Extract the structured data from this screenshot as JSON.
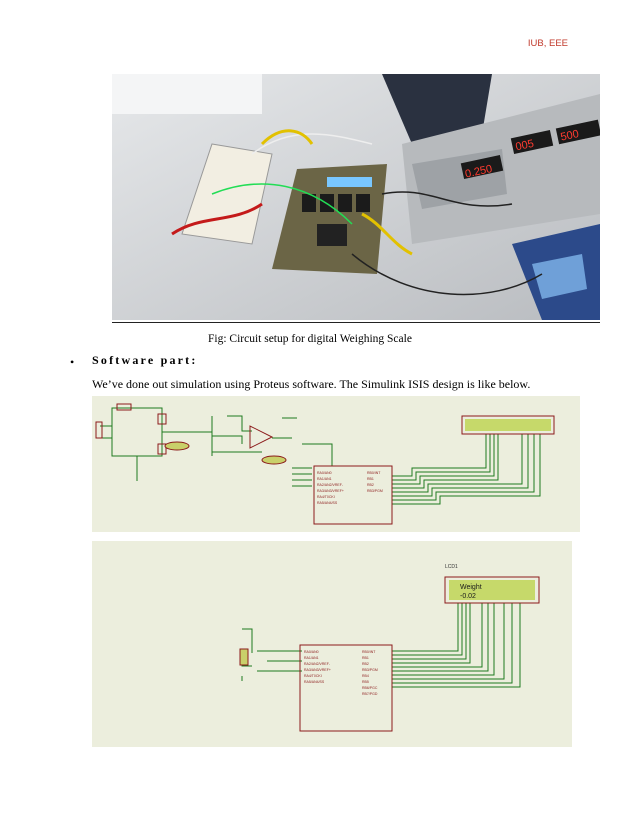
{
  "header": {
    "text": "IUB, EEE"
  },
  "photo": {
    "panel_left": "005",
    "panel_right": "500",
    "panel_mid": "0.250"
  },
  "caption": "Fig: Circuit setup for digital Weighing Scale",
  "section": {
    "bullet": "•",
    "heading": "Software part:",
    "paragraph": "We’ve done out simulation using Proteus software. The Simulink ISIS design is like below."
  },
  "sim2": {
    "lcd_label": "LCD1",
    "lcd_line1": "Weight",
    "lcd_line2": "-0.02"
  },
  "colors": {
    "schematic_bg": "#eceedd",
    "wire": "#1e7a1e",
    "component": "#8b1a1a",
    "lcd_screen": "#c6d96a"
  }
}
